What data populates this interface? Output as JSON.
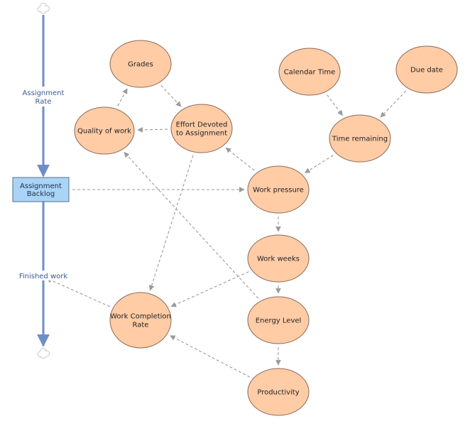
{
  "colors": {
    "node_fill": "#ffcca6",
    "node_stroke": "#8a6a55",
    "stock_fill": "#a9d4f7",
    "stock_stroke": "#5a6f86",
    "flow": "#6f8ec8",
    "link": "#9a9a9a"
  },
  "icons": {
    "source": "cloud-icon",
    "sink": "cloud-icon"
  },
  "flows": {
    "inflow": [
      "Assignment",
      "Rate"
    ],
    "outflow": [
      "Finished work"
    ]
  },
  "stock": {
    "label": [
      "Assignment",
      "Backlog"
    ]
  },
  "nodes": [
    {
      "id": "grades",
      "lines": [
        "Grades"
      ]
    },
    {
      "id": "quality-of-work",
      "lines": [
        "Quality of work"
      ]
    },
    {
      "id": "effort-devoted",
      "lines": [
        "Effort Devoted",
        "to Assignment"
      ]
    },
    {
      "id": "calendar-time",
      "lines": [
        "Calendar Time"
      ]
    },
    {
      "id": "due-date",
      "lines": [
        "Due date"
      ]
    },
    {
      "id": "time-remaining",
      "lines": [
        "Time remaining"
      ]
    },
    {
      "id": "work-pressure",
      "lines": [
        "Work pressure"
      ]
    },
    {
      "id": "work-weeks",
      "lines": [
        "Work weeks"
      ]
    },
    {
      "id": "energy-level",
      "lines": [
        "Energy Level"
      ]
    },
    {
      "id": "work-completion-rate",
      "lines": [
        "Work Completion",
        "Rate"
      ]
    },
    {
      "id": "productivity",
      "lines": [
        "Productivity"
      ]
    }
  ],
  "links": [
    {
      "from": "quality-of-work",
      "to": "grades"
    },
    {
      "from": "grades",
      "to": "effort-devoted"
    },
    {
      "from": "effort-devoted",
      "to": "quality-of-work"
    },
    {
      "from": "calendar-time",
      "to": "time-remaining"
    },
    {
      "from": "due-date",
      "to": "time-remaining"
    },
    {
      "from": "time-remaining",
      "to": "work-pressure"
    },
    {
      "from": "work-pressure",
      "to": "effort-devoted"
    },
    {
      "from": "assignment-backlog",
      "to": "work-pressure"
    },
    {
      "from": "work-pressure",
      "to": "work-weeks"
    },
    {
      "from": "work-weeks",
      "to": "energy-level"
    },
    {
      "from": "work-weeks",
      "to": "work-completion-rate"
    },
    {
      "from": "effort-devoted",
      "to": "work-completion-rate"
    },
    {
      "from": "energy-level",
      "to": "quality-of-work"
    },
    {
      "from": "energy-level",
      "to": "productivity"
    },
    {
      "from": "productivity",
      "to": "work-completion-rate"
    },
    {
      "from": "work-completion-rate",
      "to": "finished-work"
    }
  ]
}
